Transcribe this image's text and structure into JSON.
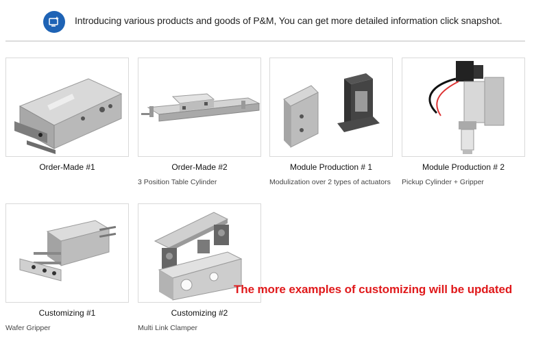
{
  "header": {
    "icon": "snapshot-icon",
    "text": "Introducing various products and goods of P&M, You can get more detailed information click snapshot."
  },
  "products": [
    {
      "title": "Order-Made #1",
      "description": ""
    },
    {
      "title": "Order-Made #2",
      "description": "3 Position Table Cylinder"
    },
    {
      "title": "Module Production # 1",
      "description": "Modulization over 2 types of actuators"
    },
    {
      "title": "Module Production # 2",
      "description": "Pickup Cylinder + Gripper"
    },
    {
      "title": "Customizing #1",
      "description": "Wafer Gripper"
    },
    {
      "title": "Customizing #2",
      "description": "Multi Link Clamper"
    }
  ],
  "notice": {
    "text": "The more examples of customizing will be updated",
    "color": "#e0191b"
  },
  "colors": {
    "accent": "#1e63b5",
    "metal": "#c8c8c8",
    "dark": "#333333"
  }
}
